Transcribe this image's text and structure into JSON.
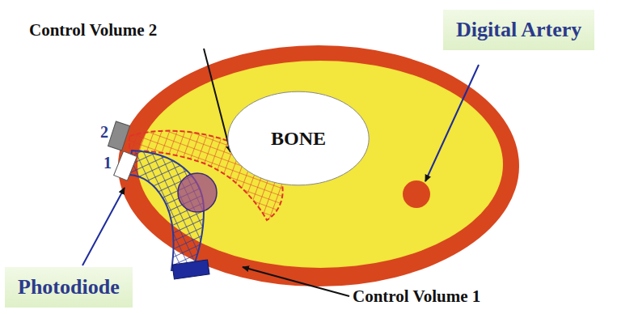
{
  "diagram": {
    "nodes": [
      {
        "text": [
          "Digital Artery"
        ]
      },
      {
        "text": [
          "BONE"
        ]
      },
      {
        "text": [
          "Photodiode"
        ]
      }
    ],
    "labels": [
      "Control Volume 2",
      "2",
      "1",
      "Control Volume 1"
    ]
  }
}
